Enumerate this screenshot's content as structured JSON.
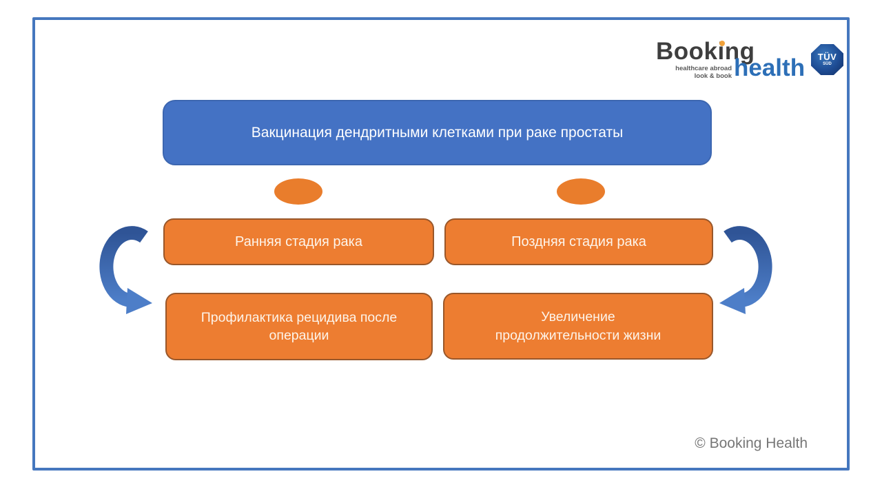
{
  "slide": {
    "frame_color": "#4577BE",
    "background": "#FFFFFF"
  },
  "brand": {
    "name_primary": "Booking",
    "name_secondary": "health",
    "tagline": [
      "healthcare abroad",
      "look & book"
    ],
    "badge": {
      "line1": "TÜV",
      "line2": "SÜD"
    }
  },
  "diagram": {
    "title": "Вакцинация дендритными клетками при раке простаты",
    "branches": [
      {
        "stage": "Ранняя стадия рака",
        "outcome": "Профилактика рецидива после\nоперации"
      },
      {
        "stage": "Поздняя стадия рака",
        "outcome": "Увеличение\nпродолжительности жизни"
      }
    ],
    "colors": {
      "title_fill": "#4472C4",
      "title_border": "#3C66B0",
      "node_fill": "#ED7D31",
      "node_border": "#99572A",
      "connector_fill": "#E97D2C",
      "arrow_gradient_top": "#2F5496",
      "arrow_gradient_bottom": "#4D7EC8"
    }
  },
  "footer": {
    "copyright": "© Booking Health"
  }
}
